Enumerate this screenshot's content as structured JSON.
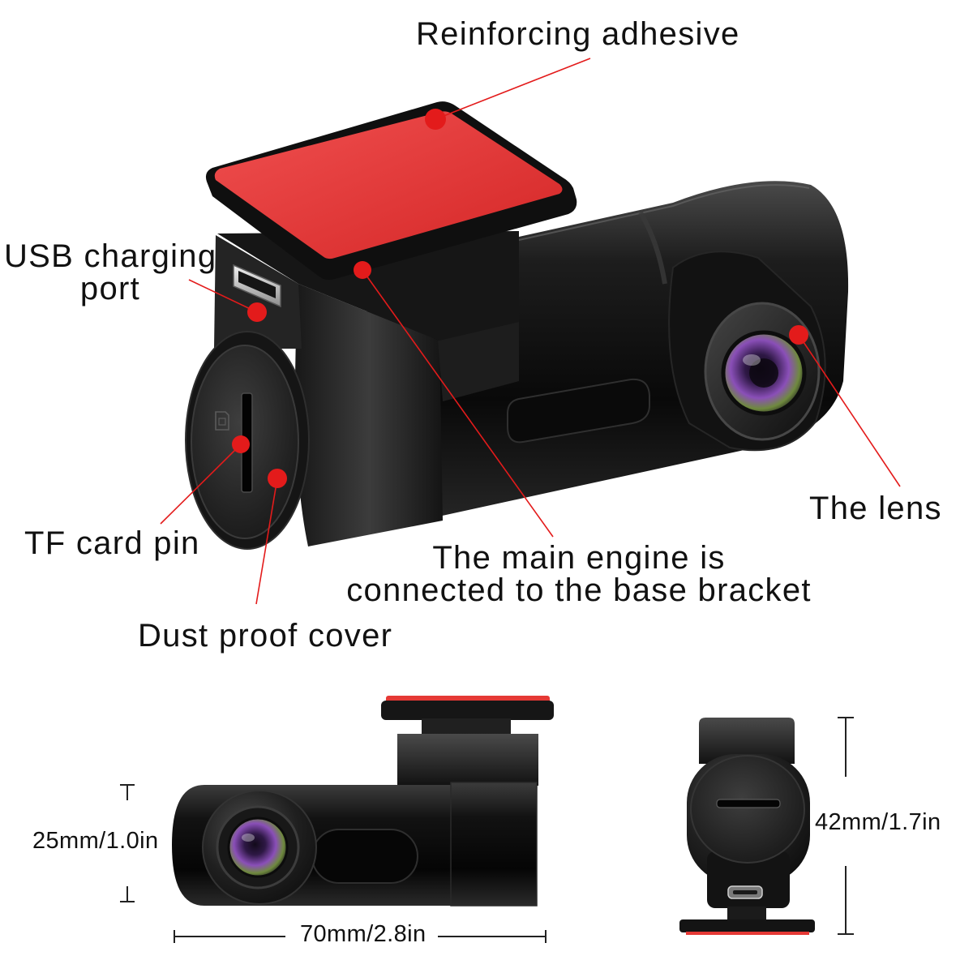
{
  "labels": {
    "reinforcing_adhesive": "Reinforcing adhesive",
    "usb_charging_port": [
      "USB charging",
      "port"
    ],
    "tf_card_pin": "TF card pin",
    "dust_proof_cover": "Dust proof cover",
    "main_engine": [
      "The main engine is",
      "connected to the base bracket"
    ],
    "the_lens": "The lens"
  },
  "dimensions": {
    "side_height": "25mm/1.0in",
    "side_width": "70mm/2.8in",
    "front_height": "42mm/1.7in"
  },
  "colors": {
    "callout": "#e31b1b",
    "adhesive": "#e53935",
    "ink": "#111111",
    "body": "#141414",
    "background": "#ffffff"
  },
  "icons": {
    "cover_icon": "sd-card-icon"
  }
}
